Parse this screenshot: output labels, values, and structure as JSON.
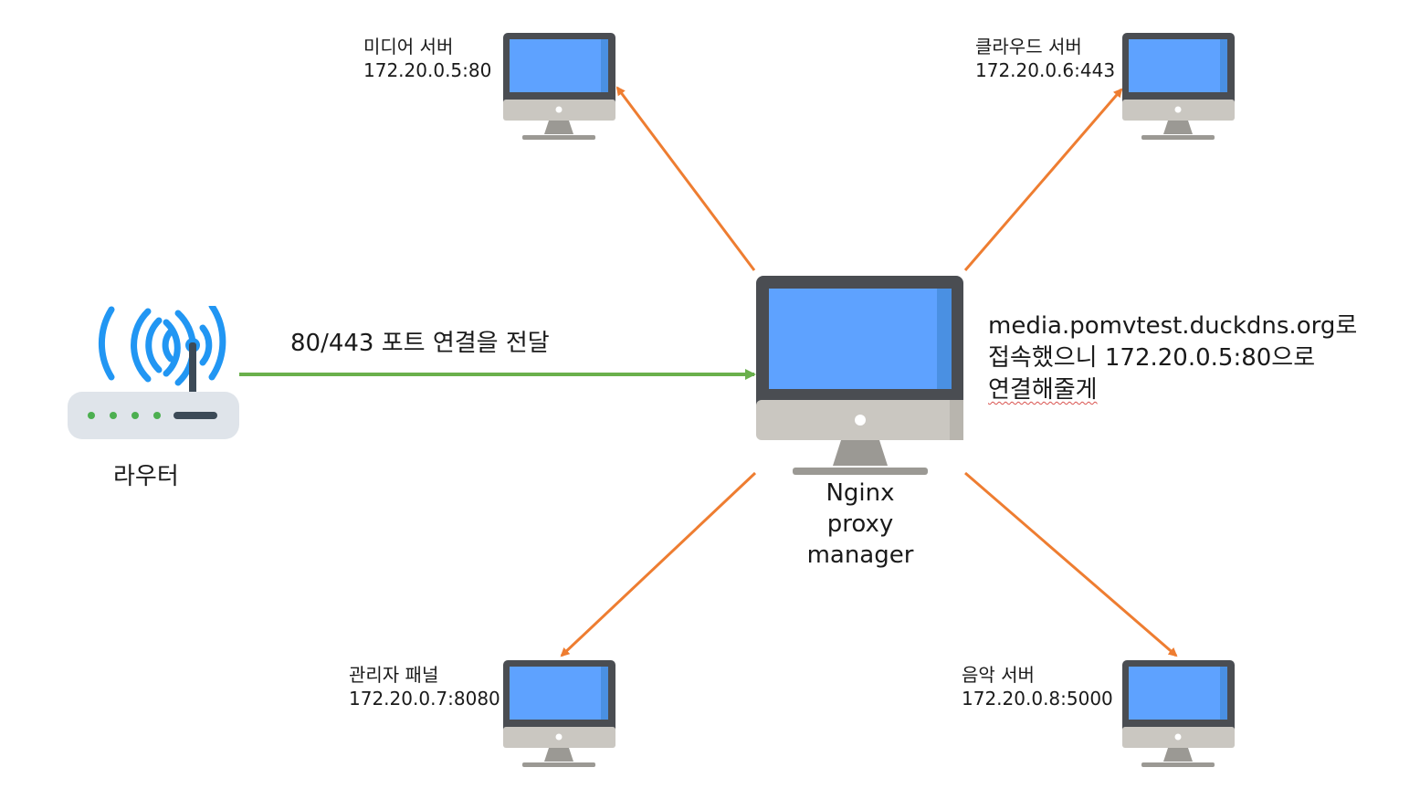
{
  "router": {
    "label": "라우터"
  },
  "forward_label": "80/443 포트 연결을 전달",
  "proxy": {
    "name_lines": [
      "Nginx",
      "proxy",
      "manager"
    ]
  },
  "note": {
    "line1": "media.pomvtest.duckdns.org로",
    "line2": "접속했으니 172.20.0.5:80으로",
    "line3": "연결해줄게"
  },
  "servers": {
    "media": {
      "name": "미디어 서버",
      "addr": "172.20.0.5:80"
    },
    "cloud": {
      "name": "클라우드 서버",
      "addr": "172.20.0.6:443"
    },
    "admin": {
      "name": "관리자 패널",
      "addr": "172.20.0.7:8080"
    },
    "music": {
      "name": "음악 서버",
      "addr": "172.20.0.8:5000"
    }
  },
  "colors": {
    "forward_arrow": "#6ab04c",
    "proxy_arrows": "#ee7d31",
    "screen": "#5ea2ff",
    "bezel": "#4a4d52",
    "chin": "#cac7c1",
    "wifi": "#2196f3"
  }
}
